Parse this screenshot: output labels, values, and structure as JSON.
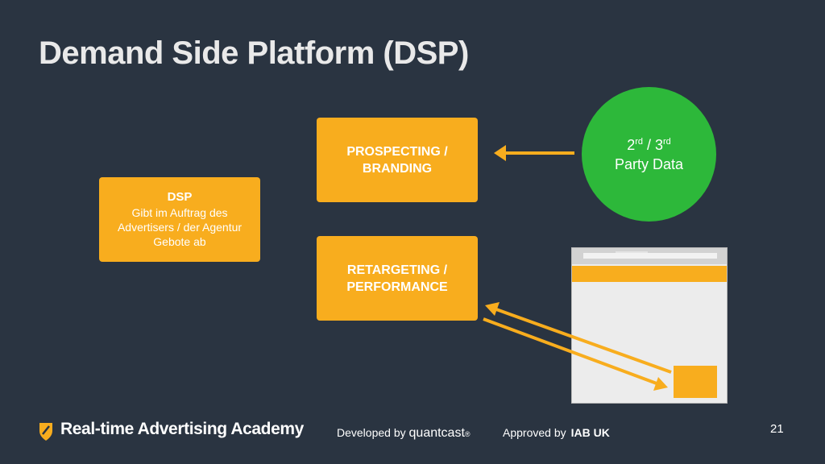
{
  "slide": {
    "title": "Demand Side Platform (DSP)",
    "page_number": "21"
  },
  "dsp": {
    "heading": "DSP",
    "text": "Gibt im Auftrag des Advertisers / der Agentur Gebote ab"
  },
  "prospecting": {
    "line1": "PROSPECTING /",
    "line2": "BRANDING"
  },
  "retargeting": {
    "line1": "RETARGETING /",
    "line2": "PERFORMANCE"
  },
  "party_data": {
    "first_num": "2",
    "first_sup": "rd",
    "sep": " / ",
    "second_num": "3",
    "second_sup": "rd",
    "label": "Party Data"
  },
  "footer": {
    "academy": "Real-time Advertising Academy",
    "developed_by": "Developed by",
    "developer": "quantcast",
    "developer_mark": "®",
    "approved_by": "Approved by",
    "approver": "IAB UK"
  },
  "colors": {
    "background": "#2a3441",
    "orange": "#f8ad1e",
    "green": "#2db83a"
  }
}
